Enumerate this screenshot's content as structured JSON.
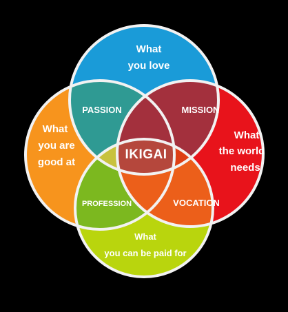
{
  "diagram": {
    "center": "IKIGAI",
    "circles": {
      "top": {
        "line1": "What",
        "line2": "you love"
      },
      "left": {
        "line1": "What",
        "line2": "you are",
        "line3": "good at"
      },
      "right": {
        "line1": "What",
        "line2": "the world",
        "line3": "needs"
      },
      "bottom": {
        "line1": "What",
        "line2": "you can be paid for"
      }
    },
    "overlaps": {
      "passion": "PASSION",
      "mission": "MISSION",
      "profession": "PROFESSION",
      "vocation": "VOCATION"
    }
  },
  "colors": {
    "background": "#000000",
    "top_circle": "#1a9bd8",
    "left_circle": "#f7941d",
    "right_circle": "#e8131b",
    "bottom_circle": "#b9d50d",
    "passion": "#2f9a93",
    "mission": "#a3303d",
    "profession": "#7cb81f",
    "vocation": "#ec5f1a",
    "love_good": "#9fbf85",
    "love_needs": "#c54a3f",
    "good_paid": "#c8c23e",
    "needs_paid": "#de3f15",
    "center": "#b5473c",
    "outline": "#f2f2f2"
  }
}
